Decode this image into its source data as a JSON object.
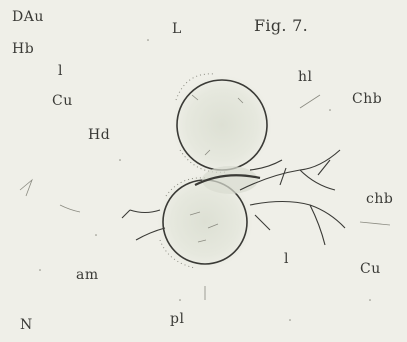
{
  "figure": {
    "caption": "Fig. 7."
  },
  "labels": {
    "dau": "DAu",
    "hb": "Hb",
    "l_top": "L",
    "l_left": "l",
    "cu_left": "Cu",
    "hd": "Hd",
    "hl": "hl",
    "chb_upper": "Chb",
    "chb_lower": "chb",
    "l_right": "l",
    "cu_right": "Cu",
    "am": "am",
    "pl": "pl",
    "n": "N"
  },
  "colors": {
    "background": "#efefe8",
    "ink": "#3a3a36",
    "stipple": "#8a8a80",
    "shade": "#d9dbd0"
  }
}
